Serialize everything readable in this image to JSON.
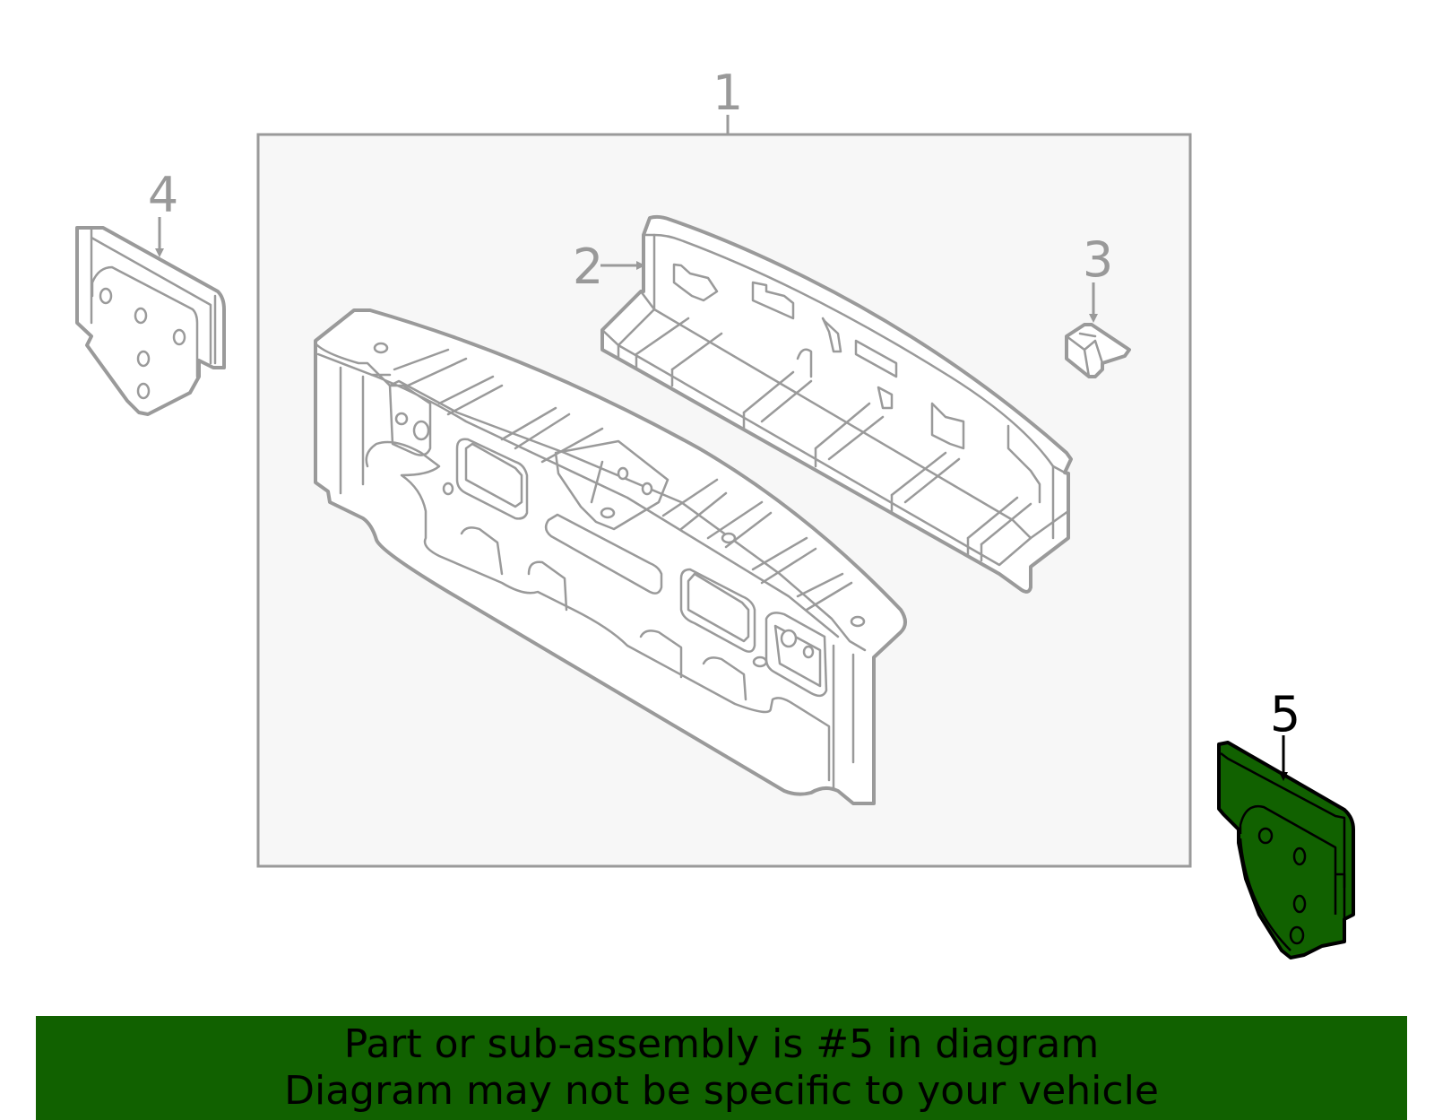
{
  "diagram": {
    "callouts": [
      {
        "id": "1",
        "label": "1"
      },
      {
        "id": "2",
        "label": "2"
      },
      {
        "id": "3",
        "label": "3"
      },
      {
        "id": "4",
        "label": "4"
      },
      {
        "id": "5",
        "label": "5"
      }
    ],
    "highlighted_callout": "5",
    "colors": {
      "line_gray": "#9a9a9a",
      "assembly_box_fill": "#f7f7f7",
      "highlight_green": "#116100",
      "banner_green": "#116100",
      "highlight_outline": "#000000"
    }
  },
  "banner": {
    "line1": "Part or sub-assembly is #5 in diagram",
    "line2": "Diagram may not be specific to your vehicle"
  }
}
